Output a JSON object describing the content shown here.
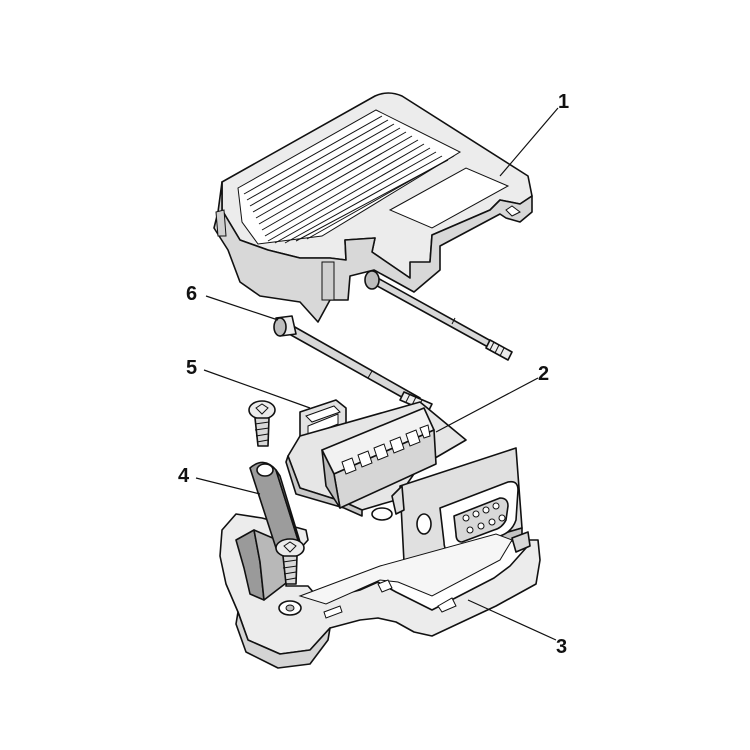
{
  "diagram": {
    "parts": [
      {
        "number": "1",
        "name": "housing-cover"
      },
      {
        "number": "2",
        "name": "terminal-pcb-with-dsub-connector"
      },
      {
        "number": "3",
        "name": "housing-base"
      },
      {
        "number": "4",
        "name": "strain-relief-clamp"
      },
      {
        "number": "5",
        "name": "shield-clip-and-screw"
      },
      {
        "number": "6",
        "name": "locking-screws"
      }
    ],
    "colors": {
      "line": "#111111",
      "fill_light": "#ececec",
      "fill_mid": "#d0d0d0",
      "fill_dark": "#9a9a9a",
      "background": "#ffffff"
    }
  }
}
